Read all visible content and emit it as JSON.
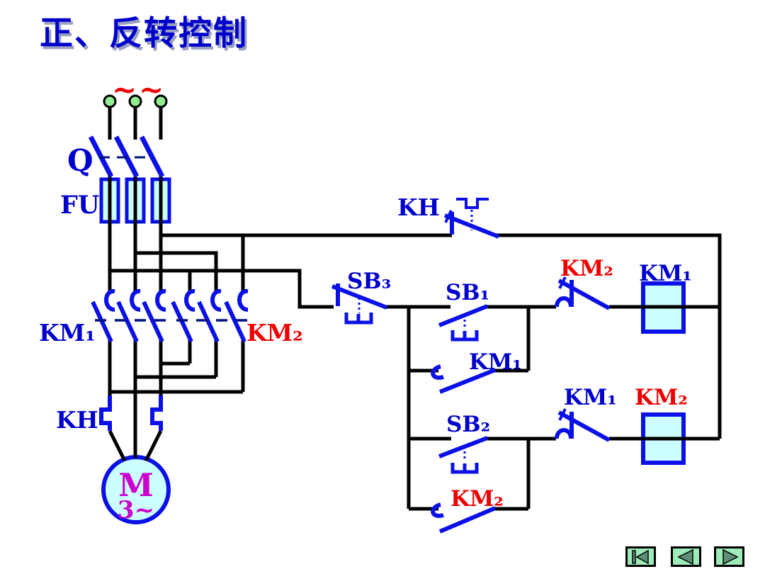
{
  "title": "正、反转控制",
  "power_circuit": {
    "phase_tildes": [
      "~",
      "~"
    ],
    "switch_label": "Q",
    "fuse_label": "FU",
    "fwd_contactor_label": "KM₁",
    "rev_contactor_label": "KM₂",
    "thermal_relay_label": "KH",
    "motor_label": "M",
    "motor_phase_label": "3~"
  },
  "control_circuit": {
    "thermal_contact_label": "KH",
    "stop_button_label": "SB₃",
    "fwd_start_button_label": "SB₁",
    "fwd_seal_contact_label": "KM₁",
    "rev_start_button_label": "SB₂",
    "rev_seal_contact_label": "KM₂",
    "rev_interlock_contact_label": "KM₂",
    "fwd_coil_label": "KM₁",
    "fwd_interlock_contact_label": "KM₁",
    "rev_coil_label": "KM₂"
  },
  "nav_buttons": [
    {
      "icon": "first-slide-icon"
    },
    {
      "icon": "previous-slide-icon"
    },
    {
      "icon": "next-slide-icon"
    }
  ],
  "colors": {
    "element_blue": "#0a10e6",
    "label_blue": "#0000cc",
    "label_red": "#ee0000",
    "wire_black": "#000000",
    "fill_cyan": "#ccffff",
    "terminal_green": "#90ee90",
    "motor_text_magenta": "#cc00cc",
    "nav_bg_green": "#9debb9",
    "nav_icon_green": "#5e8f76"
  }
}
